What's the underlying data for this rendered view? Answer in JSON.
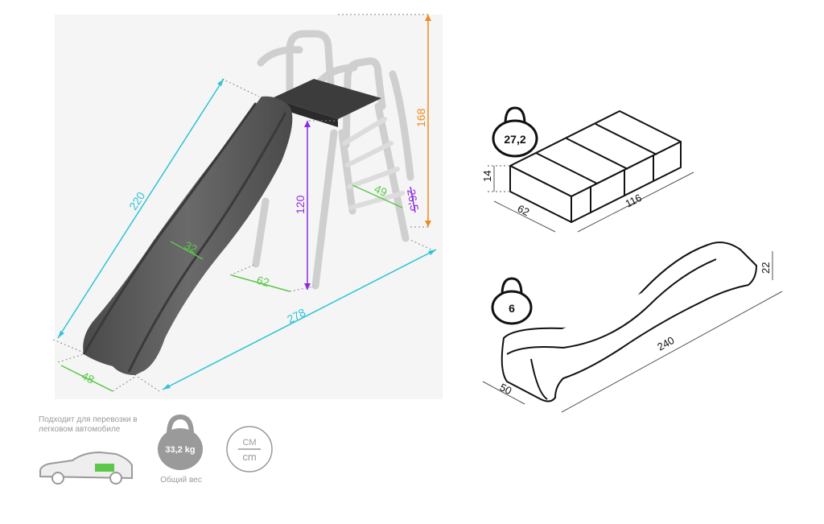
{
  "main_diagram": {
    "dims": {
      "slide_length": "220",
      "slide_width": "32",
      "base_width": "48",
      "total_length": "278",
      "side_depth": "62",
      "platform_height": "120",
      "total_height": "168",
      "step_width": "49",
      "step_spacing": "26,5"
    }
  },
  "package_1": {
    "weight": "27,2",
    "height": "14",
    "width": "62",
    "length": "116"
  },
  "package_2": {
    "weight": "6",
    "height": "22",
    "width": "50",
    "length": "240"
  },
  "info": {
    "car_text": "Подходит для перевозки в легковом автомобиле",
    "total_weight": "33,2 kg",
    "total_weight_label": "Общий вес",
    "units_top": "CM",
    "units_bottom": "cm"
  },
  "colors": {
    "cyan": "#2ec4d6",
    "green": "#5cc84a",
    "purple": "#8a2be2",
    "orange": "#f08a1c",
    "slide": "#555555",
    "frame": "#e2e2e2"
  }
}
